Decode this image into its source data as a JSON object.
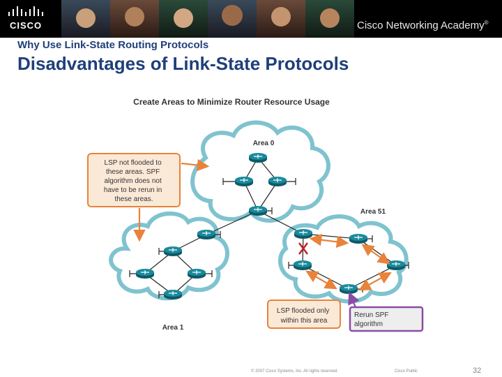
{
  "header": {
    "logo_wordmark": "CISCO",
    "academy": "Cisco Networking Academy",
    "academy_mark": "®"
  },
  "slide": {
    "subtitle": "Why Use Link-State Routing Protocols",
    "title": "Disadvantages of Link-State Protocols"
  },
  "diagram": {
    "heading": "Create Areas to Minimize Router Resource Usage",
    "area0_label": "Area 0",
    "area51_label": "Area 51",
    "area1_label": "Area 1",
    "note_left": [
      "LSP not flooded to",
      "these areas. SPF",
      "algorithm does not",
      "have to be rerun in",
      "these areas."
    ],
    "note_bottom": [
      "LSP flooded only",
      "within this area"
    ],
    "note_purple": [
      "Rerun SPF",
      "algorithm"
    ],
    "colors": {
      "orange": "#e8833a",
      "purple": "#8a4ca6",
      "router": "#1a7a8a",
      "cloud_edge": "#7fc3cf",
      "fail": "#c0202a"
    }
  },
  "footer": {
    "copyright": "© 2007 Cisco Systems, Inc. All rights reserved.",
    "classification": "Cisco Public",
    "page": "32"
  }
}
